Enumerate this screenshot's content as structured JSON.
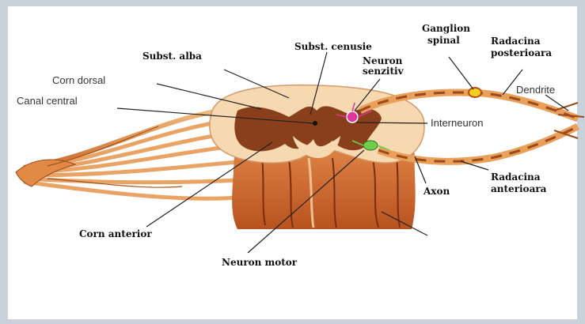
{
  "colors": {
    "frame": "#c9d2db",
    "white_matter": "#f6d9b0",
    "grey_matter": "#8a3f1c",
    "root": "#e8a05a",
    "root_dark": "#9c4a1c",
    "sensory_neuron": "#e0359a",
    "motor_neuron": "#6fcf4a",
    "ganglion": "#f3d020"
  },
  "labels": {
    "subst_alba": "Subst. alba",
    "subst_cenusie": "Subst. cenusie",
    "ganglion_line1": "Ganglion",
    "ganglion_line2": "spinal",
    "radacina_posterioara_line1": "Radacina",
    "radacina_posterioara_line2": "posterioara",
    "neuron_senzitiv_line1": "Neuron",
    "neuron_senzitiv_line2": "senzitiv",
    "corn_dorsal": "Corn  dorsal",
    "canal_central": "Canal  central",
    "dendrite": "Dendrite",
    "interneuron": "Interneuron",
    "radacina_anterioara_line1": "Radacina",
    "radacina_anterioara_line2": "anterioara",
    "axon": "Axon",
    "corn_anterior": "Corn anterior",
    "neuron_motor": "Neuron motor"
  },
  "icons": {
    "sensory_neuron": "pink-neuron-cell-icon",
    "motor_neuron": "green-neuron-cell-icon",
    "ganglion": "yellow-ganglion-icon"
  }
}
